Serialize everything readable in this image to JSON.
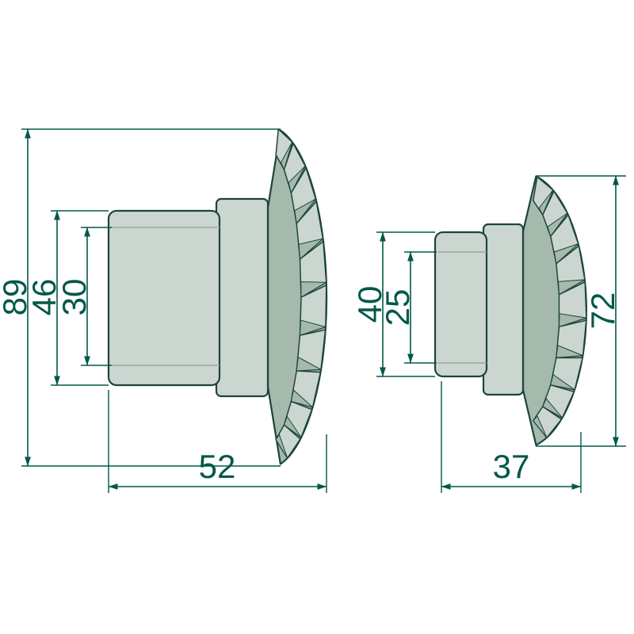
{
  "drawing_title": "Bevel gear pair technical drawing",
  "colors": {
    "dimension": "#00584a",
    "gear_outline": "#1c453c",
    "gear_light": "#ccd6d0",
    "gear_mid": "#a5b9ac",
    "gear_faint": "#93aa9e",
    "background": "#ffffff"
  },
  "left_gear": {
    "total_height": "89",
    "hub_length": "46",
    "bore_length": "30",
    "width": "52"
  },
  "right_gear": {
    "hub_length": "40",
    "bore_length": "25",
    "total_height": "72",
    "width": "37"
  }
}
